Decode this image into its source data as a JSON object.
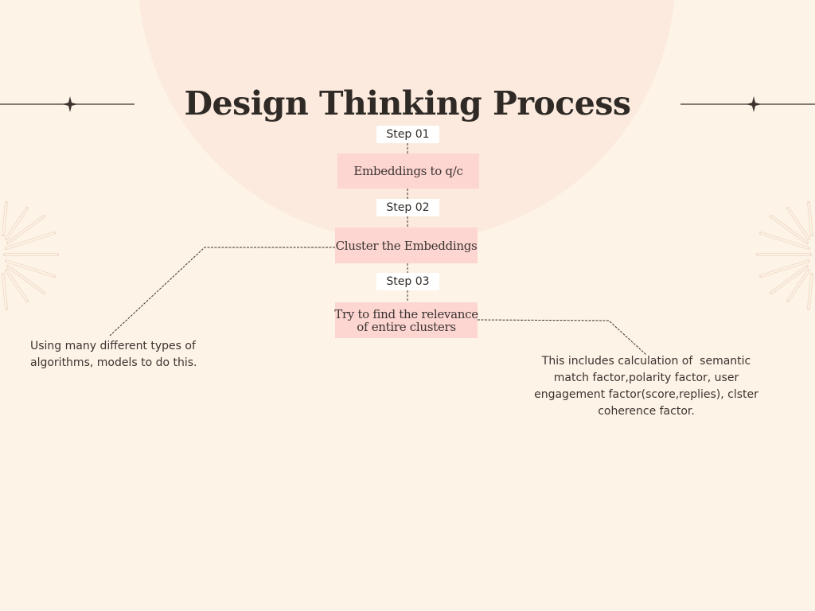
{
  "title": "Design Thinking Process",
  "steps": [
    {
      "label": "Step 01",
      "text": "Embeddings to q/c"
    },
    {
      "label": "Step 02",
      "text": "Cluster the Embeddings"
    },
    {
      "label": "Step 03",
      "text_line1": "Try to find the relevance",
      "text_line2": "of entire clusters"
    }
  ],
  "notes": {
    "left_line1": "Using many different types of",
    "left_line2": "algorithms, models to do this.",
    "right_line1": "This includes calculation of  semantic",
    "right_line2": "match factor,polarity factor, user",
    "right_line3": "engagement factor(score,replies), clster",
    "right_line4": "coherence factor."
  },
  "colors": {
    "background": "#fdf3e6",
    "arc": "#fbeadd",
    "step_box": "#fdd5d1",
    "step_label_bg": "#ffffff",
    "text": "#2f2a26"
  }
}
